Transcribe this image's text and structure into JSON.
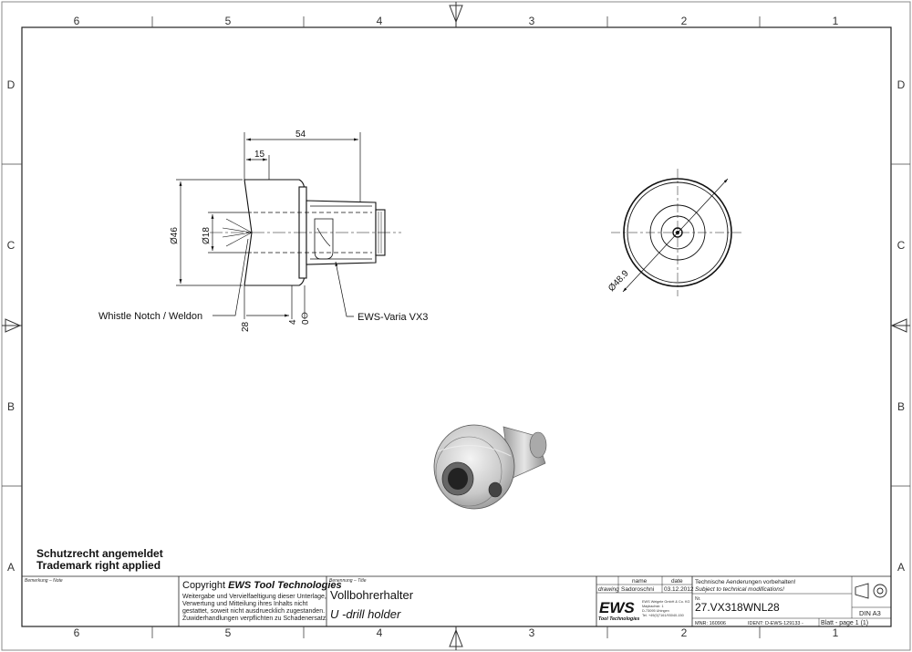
{
  "frame": {
    "columns": [
      "6",
      "5",
      "4",
      "3",
      "2",
      "1"
    ],
    "rows": [
      "D",
      "C",
      "B",
      "A"
    ]
  },
  "front_view": {
    "dimensions": {
      "overall_length": "54",
      "flange_length": "15",
      "outer_diameter": "Ø46",
      "bore_diameter": "Ø18",
      "offset_a": "28",
      "offset_b": "4",
      "offset_c": "0"
    },
    "callouts": {
      "notch": "Whistle Notch / Weldon",
      "adapter": "EWS-Varia VX3"
    }
  },
  "side_view": {
    "diameter": "Ø48.9"
  },
  "notice": {
    "line1": "Schutzrecht angemeldet",
    "line2": "Trademark right applied"
  },
  "title_block": {
    "remark_label": "Bemerkung – Note",
    "copyright_prefix": "Copyright",
    "copyright_brand": "EWS Tool Technologies",
    "copyright_lines": [
      "Weitergabe und Vervielfaeltigung dieser Unterlage,",
      "Verwertung und Mitteilung ihres Inhalts nicht",
      "gestattet, soweit nicht ausdruecklich zugestanden.",
      "Zuwiderhandlungen verpflichten zu Schadenersatz."
    ],
    "title_label": "Benennung – Title",
    "title_de": "Vollbohrerhalter",
    "title_en": "U -drill holder",
    "name_header": "name",
    "date_header": "date",
    "drawing_label": "drawing",
    "drawn_by": "Sadoroschni",
    "drawn_date": "03.12.2012",
    "logo_text": "EWS",
    "logo_sub": "Tool Technologies",
    "address_lines": [
      "EWS Weigele GmbH & Co. KG",
      "Maybachstr. 1",
      "D-73095 Uhingen",
      "Tel. +49(0)7161/93040-150"
    ],
    "changes_de": "Technische Aenderungen vorbehalten!",
    "changes_en": "Subject to technical modifications!",
    "number_label": "Nr.",
    "part_number": "27.VX318WNL28",
    "mnr": "MNR: 160906",
    "ident": "IDENT: D-EWS-129133 -",
    "sheet": "Blatt - page  1 (1)",
    "format": "DIN A3"
  }
}
